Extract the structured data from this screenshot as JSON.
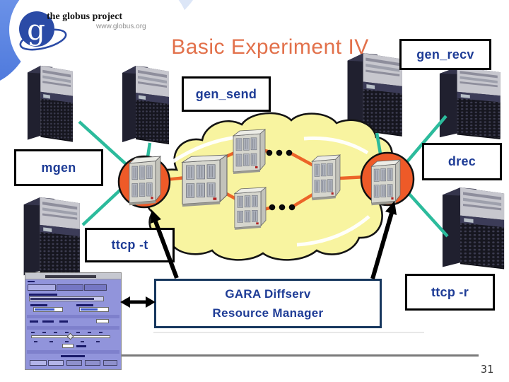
{
  "slide": {
    "logo": {
      "letter": "g",
      "name": "the globus project",
      "website": "www.globus.org"
    },
    "title": "Basic Experiment IV",
    "page_number": "31",
    "node_labels": {
      "gen_recv": "gen_recv",
      "gen_send": "gen_send",
      "mgen": "mgen",
      "drec": "drec",
      "ttcp_t": "ttcp -t",
      "ttcp_r": "ttcp -r",
      "gara_line1": "GARA Diffserv",
      "gara_line2": "Resource Manager"
    },
    "colors": {
      "title_text": "#E2714B",
      "label_text": "#1E3C96",
      "box_border": "#000000",
      "gara_border": "#17375E",
      "cloud_fill": "#F8F4A0",
      "router_circle_fill": "#EE5A28",
      "teal_link": "#2CBB9C",
      "orange_link": "#EC6428",
      "corner_blue": "#6B95EA",
      "window_lavender": "#9194DB"
    }
  }
}
